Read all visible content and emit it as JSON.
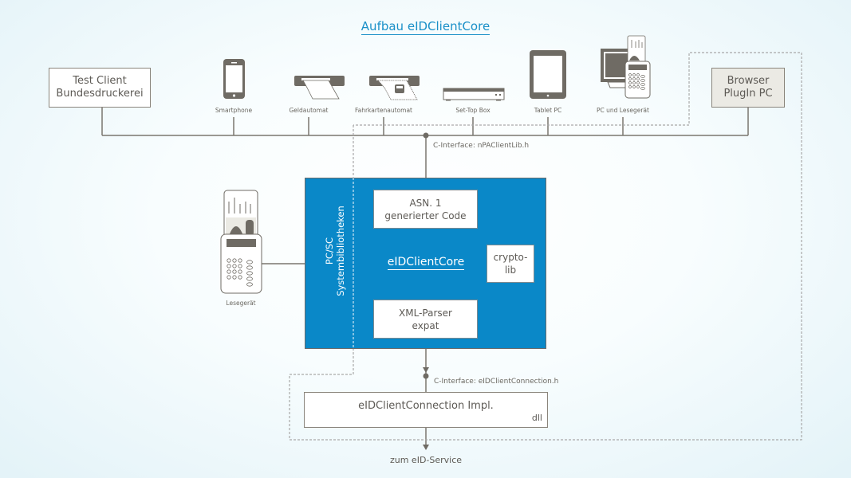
{
  "title": "Aufbau eIDClientCore",
  "colors": {
    "accent_blue": "#0a88c8",
    "title_blue": "#1a90c8",
    "line_grey": "#7a766f",
    "icon_grey": "#6f6b64"
  },
  "clients": {
    "test_client": {
      "line1": "Test Client",
      "line2": "Bundesdruckerei"
    },
    "browser_plugin": {
      "line1": "Browser",
      "line2": "PlugIn PC"
    }
  },
  "devices": [
    {
      "icon": "smartphone-icon",
      "label": "Smartphone"
    },
    {
      "icon": "atm-icon",
      "label": "Geldautomat"
    },
    {
      "icon": "ticket-machine-icon",
      "label": "Fahrkartenautomat"
    },
    {
      "icon": "set-top-box-icon",
      "label": "Set-Top Box"
    },
    {
      "icon": "tablet-icon",
      "label": "Tablet PC"
    },
    {
      "icon": "pc-card-reader-icon",
      "label": "PC und Lesegerät"
    }
  ],
  "card_reader": {
    "icon": "card-reader-icon",
    "label": "Lesegerät"
  },
  "interfaces": {
    "top": "C-Interface: nPAClientLib.h",
    "bottom": "C-Interface: eIDClientConnection.h"
  },
  "core": {
    "pcsc_line1": "PC/SC",
    "pcsc_line2": "Systembibliotheken",
    "center_label": "eIDClientCore",
    "asn": {
      "line1": "ASN. 1",
      "line2": "generierter Code"
    },
    "crypto": {
      "line1": "crypto-",
      "line2": "lib"
    },
    "xml": {
      "line1": "XML-Parser",
      "line2": "expat"
    }
  },
  "connection": {
    "label": "eIDClientConnection Impl.",
    "tag": "dll"
  },
  "service_label": "zum eID-Service"
}
